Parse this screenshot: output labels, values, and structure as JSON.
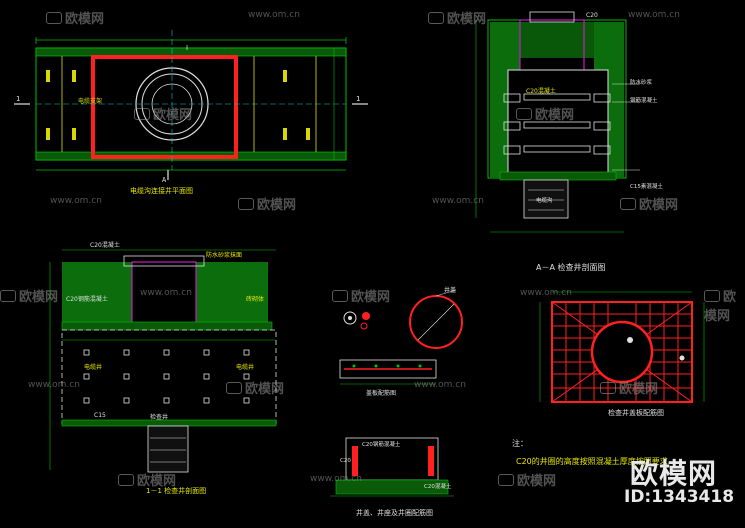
{
  "watermark": {
    "brand": "欧模网",
    "url": "www.om.cn"
  },
  "brand_overlay": {
    "name": "欧模网",
    "id_label": "ID:1343418"
  },
  "drawings": {
    "plan_view": {
      "top_label": "Ⅰ",
      "section_left": "1",
      "section_right": "1",
      "mark_a": "A",
      "label_left": "电缆支架",
      "caption": "电缆沟连接井平面图"
    },
    "aa_section": {
      "top_dim": "C20",
      "label_c20": "C20混凝土",
      "label_right_1": "防水砂浆",
      "label_right_2": "钢筋混凝土",
      "label_bottom": "C15素混凝土",
      "label_center": "电缆沟",
      "caption": "A－A 检查井剖面图"
    },
    "section_11": {
      "label_top": "C20混凝土",
      "label_right_top": "防水砂浆抹面",
      "label_left_mid": "C20钢筋混凝土",
      "label_right_mid": "砖砌体",
      "label_left_box": "电缆井",
      "label_right_box": "电缆井",
      "label_center": "检查井",
      "label_bottom": "C15",
      "caption": "1－1 检查井剖面图"
    },
    "detail": {
      "circle_label": "井盖",
      "strip_caption": "盖板配筋图",
      "bottom_label_1": "C20钢筋混凝土",
      "bottom_label_2": "C20混凝土",
      "bottom_label_3": "C20",
      "caption": "井盖、井座及井圈配筋图"
    },
    "rebar_plan": {
      "caption": "检查井盖板配筋图"
    },
    "notes": {
      "title": "注：",
      "line1": "C20的井圈的高度按照混凝土厚度按照要求"
    }
  }
}
